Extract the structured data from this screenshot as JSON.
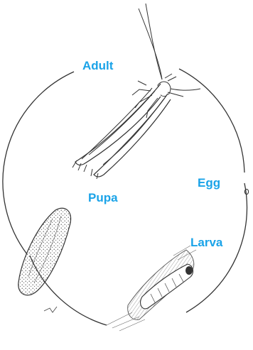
{
  "diagram": {
    "labels": {
      "adult": "Adult",
      "egg": "Egg",
      "pupa": "Pupa",
      "larva": "Larva"
    },
    "colors": {
      "label": "#1aa3e8",
      "ink": "#333333",
      "background": "#ffffff"
    },
    "icons": {
      "adult": "moth-icon",
      "egg": "egg-icon",
      "pupa": "pupa-icon",
      "larva": "larva-icon"
    }
  }
}
